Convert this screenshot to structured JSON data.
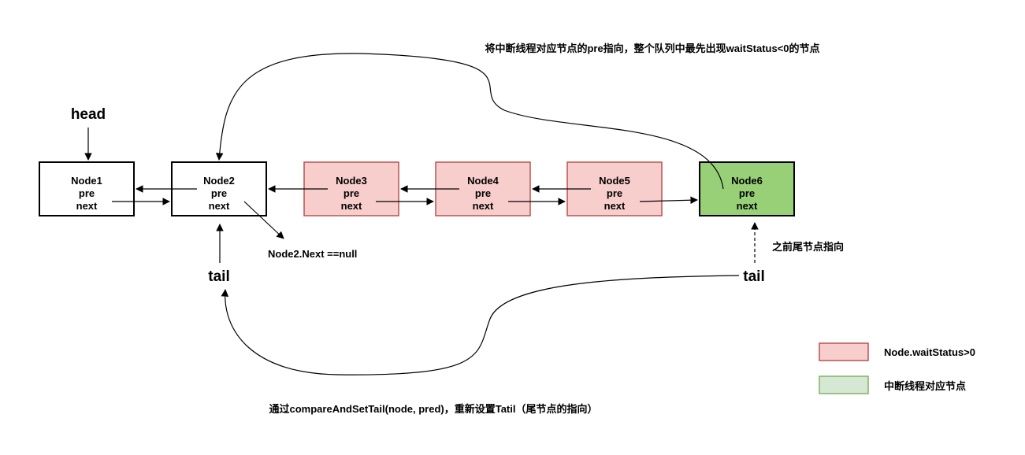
{
  "head_label": "head",
  "nodes": [
    {
      "id": "node1",
      "name": "Node1",
      "pre": "pre",
      "next": "next",
      "fill": "#ffffff",
      "stroke": "#000000"
    },
    {
      "id": "node2",
      "name": "Node2",
      "pre": "pre",
      "next": "next",
      "fill": "#ffffff",
      "stroke": "#000000"
    },
    {
      "id": "node3",
      "name": "Node3",
      "pre": "pre",
      "next": "next",
      "fill": "#f8cecc",
      "stroke": "#b85450"
    },
    {
      "id": "node4",
      "name": "Node4",
      "pre": "pre",
      "next": "next",
      "fill": "#f8cecc",
      "stroke": "#b85450"
    },
    {
      "id": "node5",
      "name": "Node5",
      "pre": "pre",
      "next": "next",
      "fill": "#f8cecc",
      "stroke": "#b85450"
    },
    {
      "id": "node6",
      "name": "Node6",
      "pre": "pre",
      "next": "next",
      "fill": "#97d077",
      "stroke": "#000000"
    }
  ],
  "annotations": {
    "top_note": "将中断线程对应节点的pre指向，整个队列中最先出现waitStatus<0的节点",
    "node2_next_null": "Node2.Next ==null",
    "tail_new": "tail",
    "tail_old": "tail",
    "old_tail_note": "之前尾节点指向",
    "bottom_note": "通过compareAndSetTail(node, pred)，重新设置Tatil（尾节点的指向）"
  },
  "legend": [
    {
      "label": "Node.waitStatus>0",
      "fill": "#f8cecc",
      "stroke": "#b85450"
    },
    {
      "label": "中断线程对应节点",
      "fill": "#d5e8d4",
      "stroke": "#82b366"
    }
  ]
}
